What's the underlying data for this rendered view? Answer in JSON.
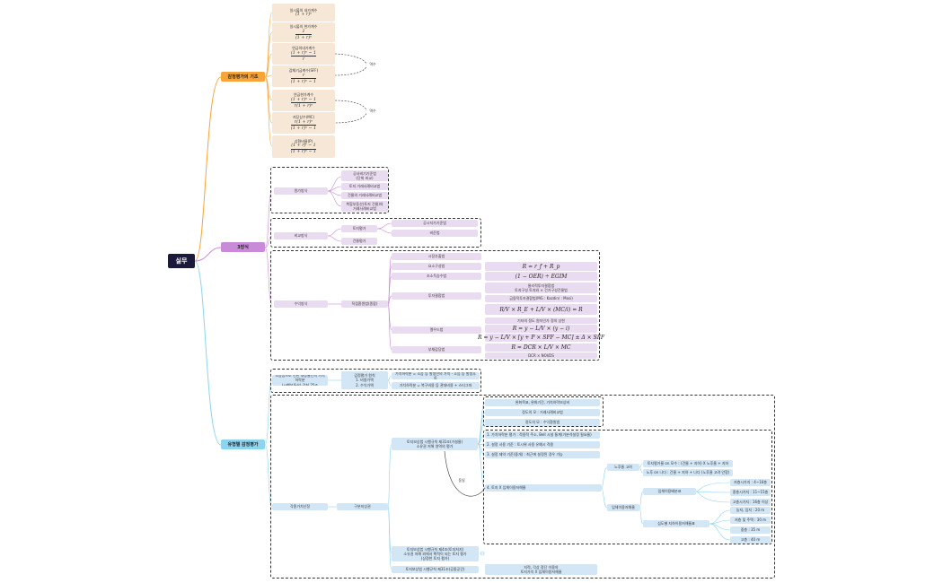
{
  "root": {
    "label": "실무"
  },
  "branches": {
    "basic": "감정평가의 기초",
    "three": "3방식",
    "types": "유형별 감정평가"
  },
  "basic_nodes": [
    {
      "label": "일시불의 내가계수",
      "formula": "(1 + r)ⁿ"
    },
    {
      "label": "일시불의 현가계수",
      "num": "1",
      "den": "(1 + r)ⁿ"
    },
    {
      "label": "연금의내가계수",
      "num": "(1 + r)ⁿ − 1",
      "den": "r"
    },
    {
      "label": "감채기금계수(SFF)",
      "num": "r",
      "den": "(1 + r)ⁿ − 1"
    },
    {
      "label": "연금현가계수",
      "num": "(1 + r)ⁿ − 1",
      "den": "r(1 + r)ⁿ"
    },
    {
      "label": "저당상수(MC)",
      "num": "r(1 + r)ⁿ",
      "den": "(1 + r)ⁿ − 1"
    },
    {
      "label": "상환비율(P)",
      "num": "(1 + r)ᵗ − 1",
      "den": "(1 + r)ⁿ − 1"
    }
  ],
  "inverse_labels": [
    "역수",
    "역수"
  ],
  "three": {
    "cost": {
      "label": "원가방식",
      "children": [
        "공사비기기준법\n(단위 비교)",
        "토지 거래사례비교법",
        "건물의 거래사례비교법",
        "복합부동산(토지 건물)의\n거래사례비교법"
      ]
    },
    "compare": {
      "label": "비교방식",
      "sub1": "토지평가",
      "sub1_children": [
        "공시지가기준법",
        "비준법"
      ],
      "sub2": "건물평가"
    },
    "income": {
      "label": "수익방식",
      "sub": "직접환원법(종합)",
      "methods": [
        "시장추출법",
        "요소구성법",
        "조소득승수법",
        "투자결합법",
        "엘우드법",
        "부채감당법"
      ],
      "f_component": "R = r_f + R_p",
      "f_gim": "(1 − OER) ÷ EGIM",
      "invest_text1": "물리적투자결합법\n토지구성 토지와 × 건가구성건물법",
      "invest_text2": "금융적투자결합법(MG : Kazdin/ : Mosi)",
      "f_invest": "R/V × R_E + L/V × (MC/i) = R",
      "ellwood_text": "기타의 정도 원자인가 정의 상한",
      "f_ellwood1": "R = y − L/V × (y − i)",
      "f_ellwood2": "R = y − L/V × [y + P × SFF − MC] ± Δ × SFF",
      "f_dcr": "R = DCR × L/V × MC",
      "dcr_note": "DCR × NOI/DS"
    }
  },
  "types": {
    "top": {
      "node": "소음등으로 인한 대상물건의 가치하락분\n(시행부동산) 감칙 25조",
      "mid": "감정평가 원칙\n1. 비용가액\n2. 수익가액",
      "leaf1": "가치하락분 = 소음 등 발생전의 가치 - 소음 등 발생후 토",
      "leaf2": "가치하락분 = 복구비용 등 관대비용 + 스티그마"
    },
    "other_label": "각종가치산정",
    "subroot": "구분지상권",
    "land_top": "토지보상법 시행규칙 제31조(가설물)\n소유권 저해 영역의 평가",
    "cond_boxes": [
      "완화목표, 완화기간, 가치하락보상비",
      "정도의 모 : 거래사례비교법",
      "정도의 모 : 수익환원법"
    ],
    "steps": [
      "1. 가치하락분 평가 : 적용적 주소, Bell 시설 통계(가분석설정 필요율)",
      "2. 설정 사용 기준 : 토시위 사용 유예시 적용",
      "3. 설정 제약 기준(중개) : 최근에 설정된 경우 가능",
      "4. 토지 X 입체이용저해율"
    ],
    "link_label": "동일",
    "ratio_a": "노후율 고려",
    "ratio_a_children": [
      "토지평가율 on 모수 : (건물 + 지하) X 노후율 + 지하",
      "노후 on 나다 : 건물 + 지하 + 나다 (노후율 고려 안함)"
    ],
    "ratio_b": "입체이용저해율",
    "ratio_b1": "입체이용배분표",
    "ratio_b1_children": [
      "저층시가지 : 4~16층",
      "중층시가지 : 11~15층",
      "고층시가지 : 16층 이상"
    ],
    "ratio_b2": "심도별 지하이용저해율표",
    "ratio_b2_children": [
      "농지, 임지 : 20 m",
      "저층 및 주택 : 30 m",
      "중층 : 35 m",
      "고층 : 40 m"
    ],
    "land_mid": "토지보상법 시행규칙 제4조(토지처지)\n소유권 저해 외에서 확적이 되는 토지 평가\n(상정한 토지 평가)",
    "land_bot": "토지보상법 시행규칙 제31조(공중공간)",
    "land_bot_leaf": "지적, 각상 정단 이용의\n토지가치 X 입체이용저해율"
  },
  "colors": {
    "basic": "#f7a43a",
    "three": "#c98ad8",
    "types": "#8fd4ef",
    "root": "#1c1a3a"
  }
}
